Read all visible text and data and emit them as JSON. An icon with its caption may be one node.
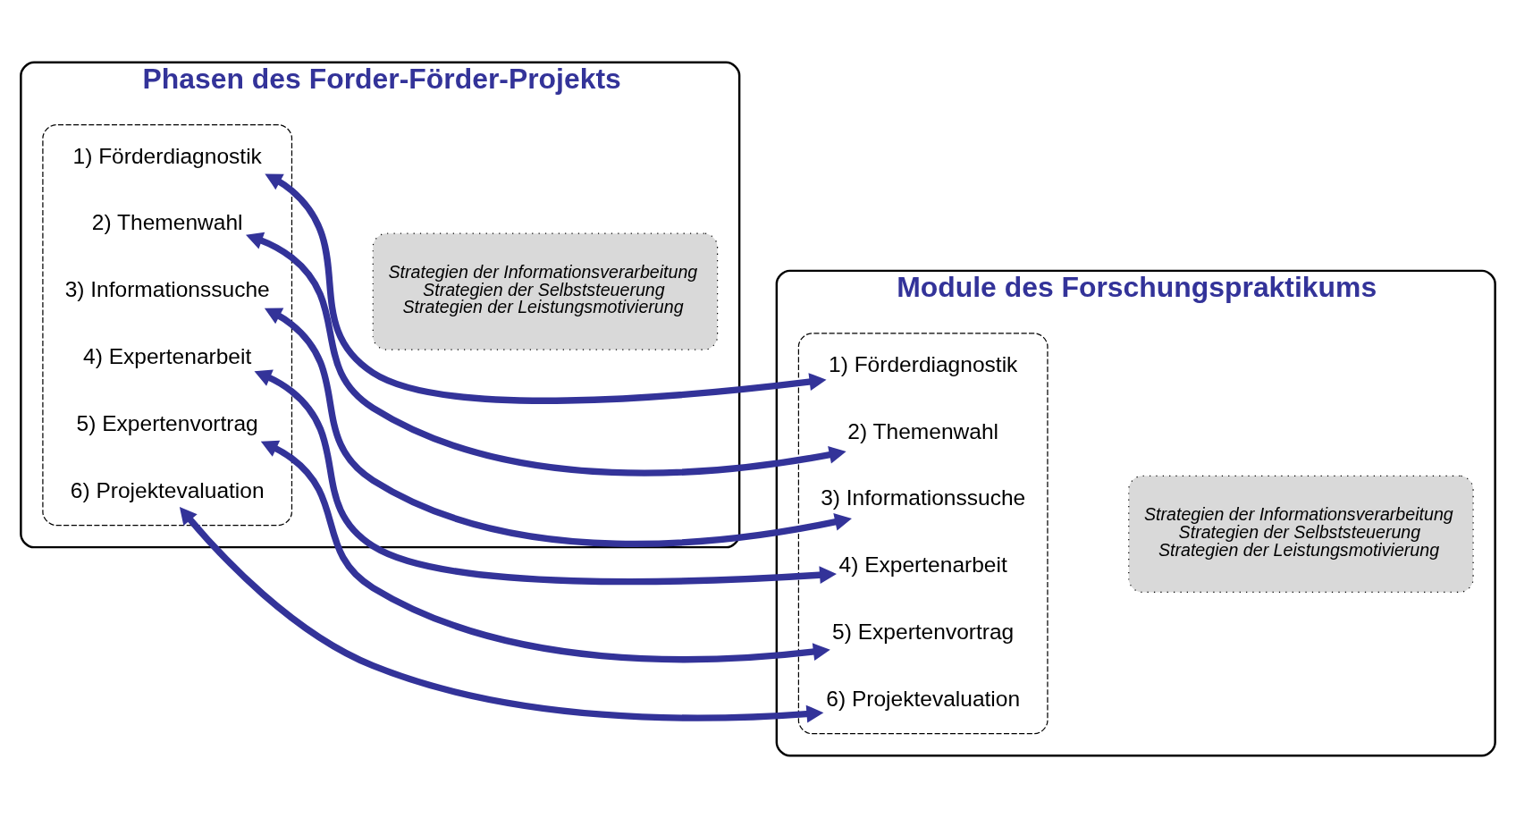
{
  "diagram": {
    "nodes": [
      {
        "text": [
          "Phasen des Forder-Förder-Projekts"
        ]
      },
      {
        "text": [],
        "shape": "box",
        "in": 0
      },
      {
        "text": [
          "1) Förderdiagnostik"
        ],
        "in": 1
      },
      {
        "text": [
          "2) Themenwahl"
        ],
        "in": 1
      },
      {
        "text": [
          "3) Informationssuche"
        ],
        "in": 1
      },
      {
        "text": [
          "4) Expertenarbeit"
        ],
        "in": 1
      },
      {
        "text": [
          "5) Expertenvortrag"
        ],
        "in": 1
      },
      {
        "text": [
          "6) Projektevaluation"
        ],
        "in": 1
      },
      {
        "text": [
          "Strategien der Informationsverarbeitung",
          "Strategien der Selbststeuerung",
          "Strategien der Leistungsmotivierung"
        ],
        "in": 0
      },
      {
        "text": [
          "Module des Forschungspraktikums"
        ]
      },
      {
        "text": [],
        "shape": "box",
        "in": 9
      },
      {
        "text": [
          "1) Förderdiagnostik"
        ],
        "in": 10
      },
      {
        "text": [
          "2) Themenwahl"
        ],
        "in": 10
      },
      {
        "text": [
          "3) Informationssuche"
        ],
        "in": 10
      },
      {
        "text": [
          "4) Expertenarbeit"
        ],
        "in": 10
      },
      {
        "text": [
          "5) Expertenvortrag"
        ],
        "in": 10
      },
      {
        "text": [
          "6) Projektevaluation"
        ],
        "in": 10
      },
      {
        "text": [
          "Strategien der Informationsverarbeitung",
          "Strategien der Selbststeuerung",
          "Strategien der Leistungsmotivierung"
        ],
        "in": 9
      }
    ],
    "edges": [
      {
        "from": 2,
        "to": 11,
        "arrow": "both"
      },
      {
        "from": 3,
        "to": 12,
        "arrow": "both"
      },
      {
        "from": 4,
        "to": 13,
        "arrow": "both"
      },
      {
        "from": 5,
        "to": 14,
        "arrow": "both"
      },
      {
        "from": 6,
        "to": 15,
        "arrow": "both"
      },
      {
        "from": 7,
        "to": 16,
        "arrow": "both"
      }
    ]
  }
}
